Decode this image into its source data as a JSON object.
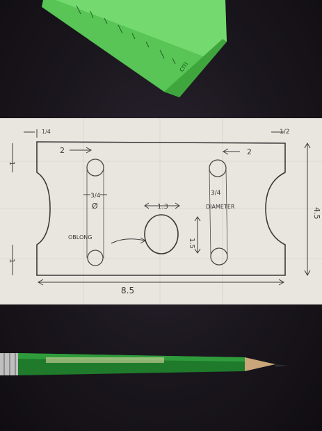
{
  "photo": {
    "ruler": {
      "label": "cm",
      "color": "#6fe06a"
    },
    "pencil": {
      "color": "#1f7a2c"
    },
    "sketch": {
      "paper_color": "#e9e6df",
      "ink_color": "#3a3a3a",
      "labels": {
        "top_left_margin": "1/4",
        "top_right_margin": "1/2",
        "hole_spacing_left": "2",
        "hole_spacing_right": "2",
        "hole_left_size": "3/4",
        "hole_left_symbol": "Ø",
        "hole_right_size": "3/4",
        "hole_right_word": "DIAMETER",
        "center_hole_width": "1.3",
        "center_hole_height": "1.5",
        "oblong_label": "OBLONG",
        "left_top_dim": "1",
        "left_bottom_dim": "1",
        "overall_width": "8.5",
        "overall_height": "4.5"
      }
    }
  }
}
